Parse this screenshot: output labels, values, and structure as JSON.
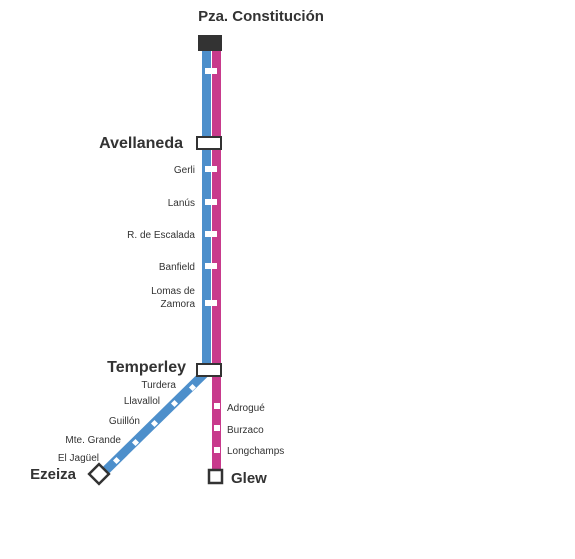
{
  "colors": {
    "blue_line": "#4d8fcb",
    "magenta_line": "#c83a8c",
    "terminal_fill": "#333333",
    "station_fill": "#ffffff",
    "text": "#333333"
  },
  "terminus_top": "Pza. Constitución",
  "trunk_stations": {
    "avellaneda": "Avellaneda",
    "gerli": "Gerli",
    "lanus": "Lanús",
    "escalada": "R. de Escalada",
    "banfield": "Banfield",
    "lomas_1": "Lomas de",
    "lomas_2": "Zamora",
    "temperley": "Temperley"
  },
  "ezeiza_branch": {
    "turdera": "Turdera",
    "llavallol": "Llavallol",
    "guillon": "Guillón",
    "mte_grande": "Mte. Grande",
    "el_jaguel": "El Jagüel",
    "ezeiza": "Ezeiza"
  },
  "glew_branch": {
    "adrogue": "Adrogué",
    "burzaco": "Burzaco",
    "longchamps": "Longchamps",
    "glew": "Glew"
  }
}
